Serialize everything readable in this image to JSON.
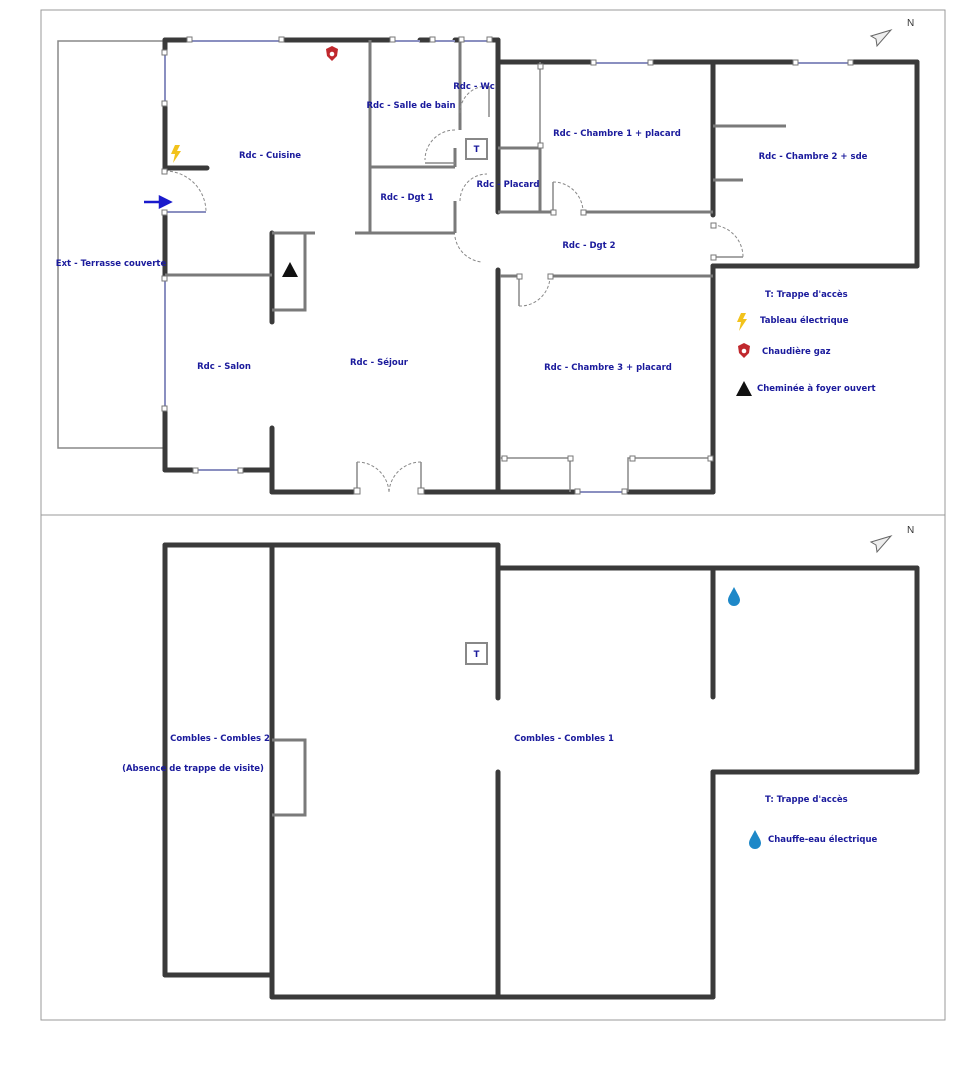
{
  "compass": {
    "north_label": "N"
  },
  "ground_floor": {
    "rooms": {
      "cuisine": "Rdc - Cuisine",
      "salle_de_bain": "Rdc - Salle de bain",
      "wc": "Rdc - Wc",
      "dgt1": "Rdc - Dgt 1",
      "placard": "Rdc - Placard",
      "chambre1": "Rdc - Chambre 1 + placard",
      "chambre2": "Rdc - Chambre 2 + sde",
      "dgt2": "Rdc - Dgt 2",
      "terrasse": "Ext - Terrasse couverte",
      "salon": "Rdc - Salon",
      "sejour": "Rdc - Séjour",
      "chambre3": "Rdc - Chambre 3 + placard"
    },
    "trap_marker": "T",
    "legend": {
      "trap": "T: Trappe d'accès",
      "electric_panel": "Tableau électrique",
      "gas_boiler": "Chaudière gaz",
      "fireplace": "Cheminée à foyer ouvert"
    }
  },
  "attic": {
    "rooms": {
      "combles2": "Combles - Combles 2",
      "combles2_note": "(Absence de trappe de visite)",
      "combles1": "Combles - Combles 1"
    },
    "trap_marker": "T",
    "legend": {
      "trap": "T: Trappe d'accès",
      "water_heater": "Chauffe-eau électrique"
    }
  },
  "colors": {
    "label": "#1a1a9c",
    "wall": "#3a3a3a",
    "gas": "#c0282d",
    "electric": "#f2c21b",
    "water": "#1e88c8"
  }
}
